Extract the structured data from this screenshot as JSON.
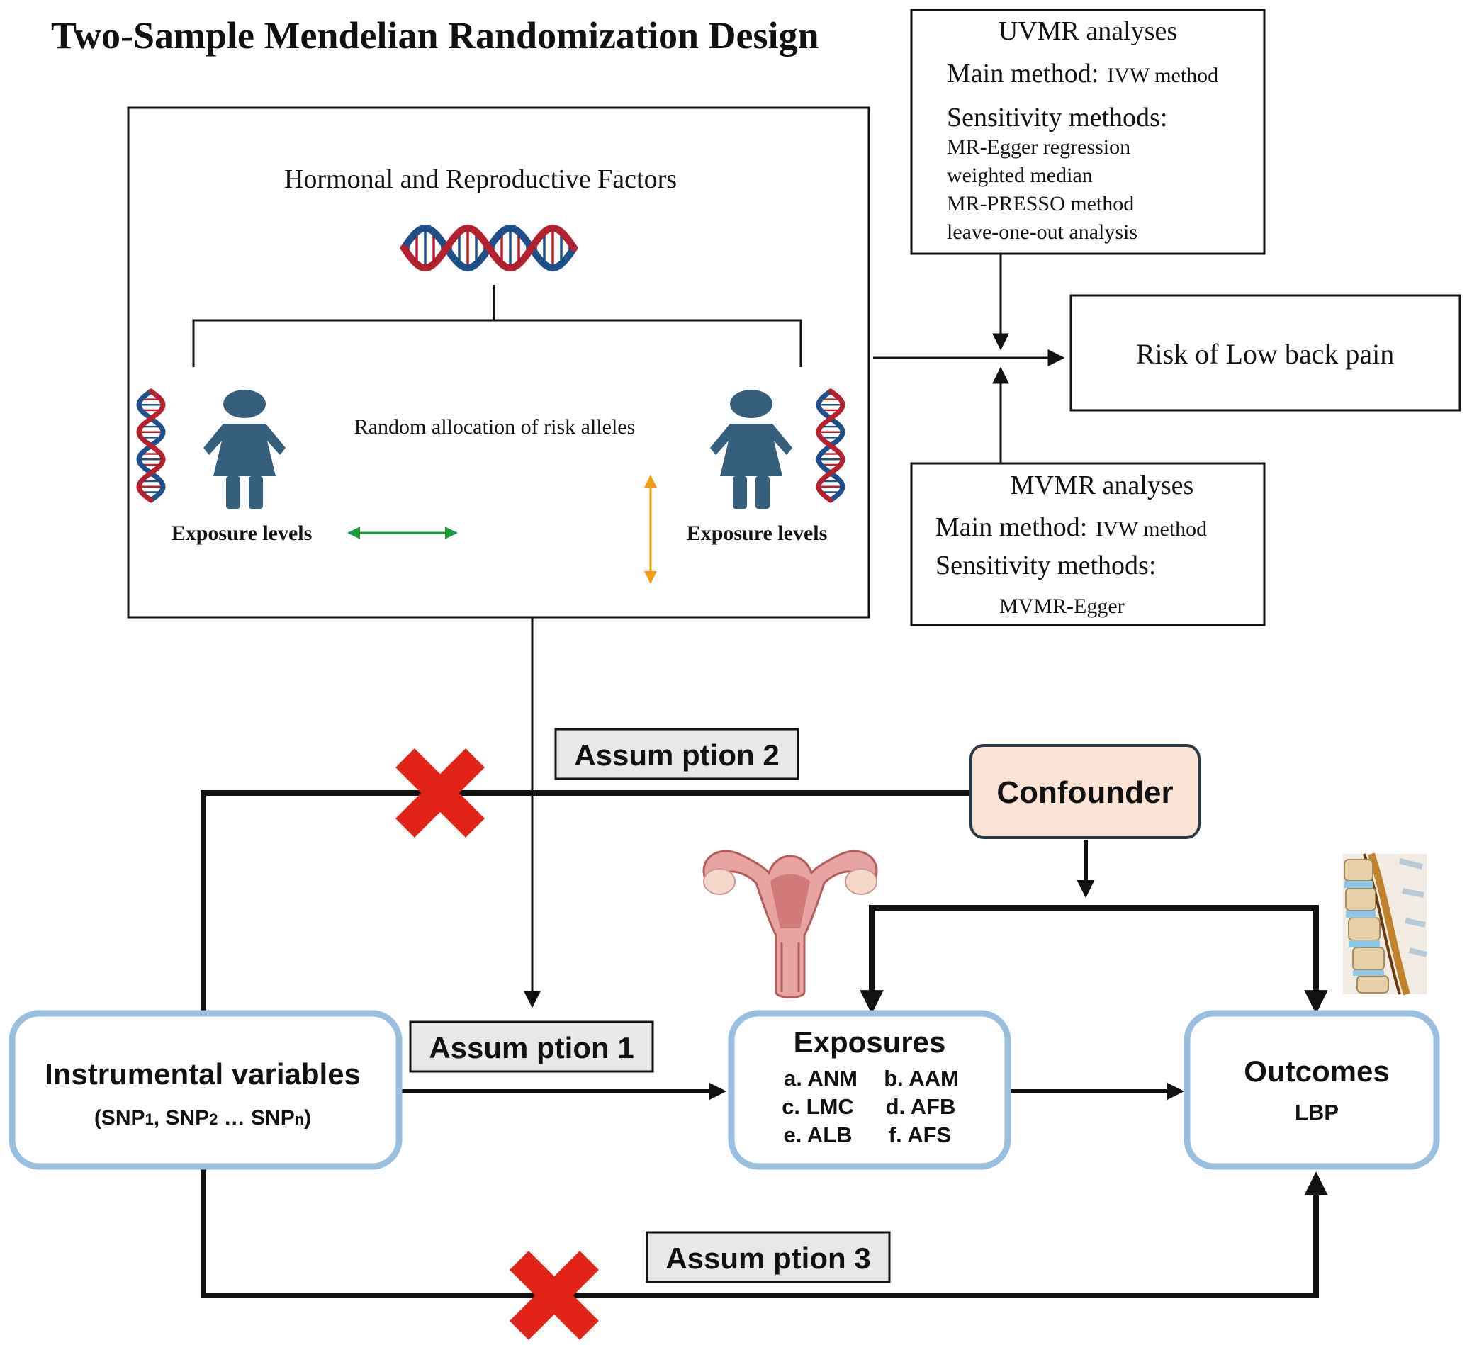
{
  "title": "Two-Sample Mendelian Randomization Design",
  "colors": {
    "ink": "#111111",
    "panel_blue": "#9bbfe0",
    "confounder_fill": "#fbe3d6",
    "confounder_stroke": "#2b3a4a",
    "label_fill": "#e8e8e8",
    "cross_red": "#e2231a",
    "green_arrow": "#1a9a3c",
    "orange_arrow": "#f39c12",
    "figure_blue": "#355f7d",
    "dna_red": "#b5202e",
    "dna_blue": "#1f4f8a"
  },
  "top_panel": {
    "heading": "Hormonal and Reproductive Factors",
    "allocation_text": "Random allocation of risk alleles",
    "left_exposure": "Exposure levels",
    "right_exposure": "Exposure levels"
  },
  "uvmr": {
    "title": "UVMR analyses",
    "main_label": "Main method:",
    "main_value": "IVW method",
    "sensitivity_label": "Sensitivity methods:",
    "methods": [
      "MR-Egger regression",
      "weighted median",
      "MR-PRESSO method",
      "leave-one-out analysis"
    ]
  },
  "mvmr": {
    "title": "MVMR analyses",
    "main_label": "Main method:",
    "main_value": "IVW method",
    "sensitivity_label": "Sensitivity methods:",
    "methods": [
      "MVMR-Egger"
    ]
  },
  "risk_box": "Risk of Low back pain",
  "assumptions": {
    "a1": "Assum ption 1",
    "a2": "Assum ption 2",
    "a3": "Assum ption 3"
  },
  "confounder": "Confounder",
  "instrumental": {
    "title": "Instrumental variables",
    "sub": "(SNP",
    "sub_1": "1",
    "sub_mid1": ", SNP",
    "sub_2": "2",
    "sub_mid2": " … SNP",
    "sub_n": "n",
    "sub_end": ")"
  },
  "exposures": {
    "title": "Exposures",
    "items": [
      "a. ANM",
      "b. AAM",
      "c. LMC",
      "d. AFB",
      "e. ALB",
      "f. AFS"
    ]
  },
  "outcomes": {
    "title": "Outcomes",
    "sub": "LBP"
  },
  "icons": [
    "dna-helix-icon",
    "female-figure-icon",
    "uterus-icon",
    "spine-icon",
    "cross-icon"
  ]
}
